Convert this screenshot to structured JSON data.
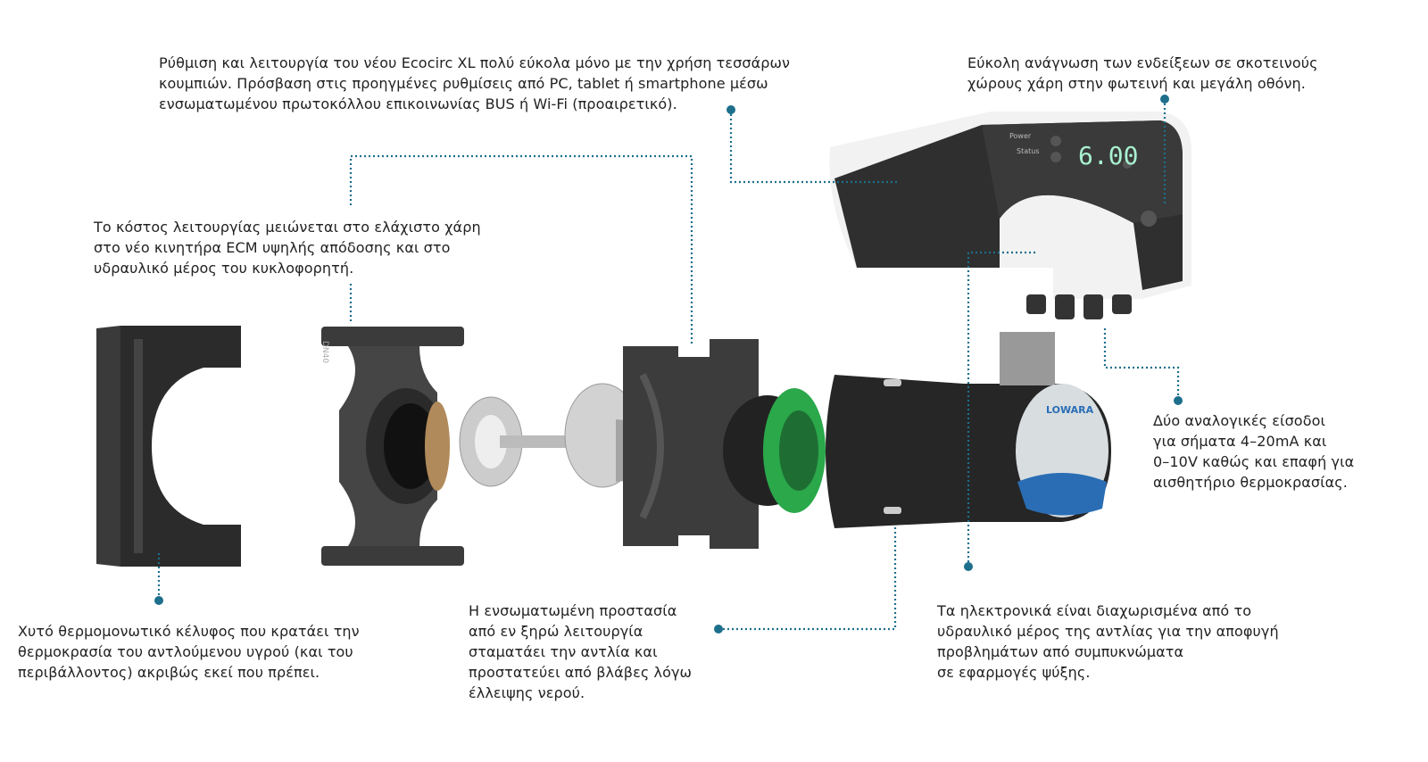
{
  "notes": {
    "controls": "Ρύθμιση και λειτουργία του νέου Ecocirc XL πολύ εύκολα μόνο με την χρήση τεσσάρων\nκουμπιών. Πρόσβαση στις προηγμένες ρυθμίσεις από PC, tablet ή smartphone μέσω\nενσωματωμένου πρωτοκόλλου επικοινωνίας BUS ή Wi-Fi (προαιρετικό).",
    "display": "Εύκολη ανάγνωση των ενδείξεων σε σκοτεινούς\nχώρους χάρη στην φωτεινή και μεγάλη οθόνη.",
    "cost": "Το κόστος λειτουργίας μειώνεται στο ελάχιστο χάρη\nστο νέο κινητήρα ECM υψηλής απόδοσης και στο\nυδραυλικό μέρος του κυκλοφορητή.",
    "inputs": "Δύο αναλογικές είσοδοι\nγια σήματα 4–20mA και\n0–10V καθώς και επαφή για\nαισθητήριο θερμοκρασίας.",
    "electronics": "Τα ηλεκτρονικά είναι διαχωρισμένα από το\nυδραυλικό μέρος της αντλίας για την αποφυγή\nπροβλημάτων από συμπυκνώματα\nσε εφαρμογές ψύξης.",
    "dry_run": "Η ενσωματωμένη προστασία\nαπό εν ξηρώ λειτουργία\nσταματάει την αντλία και\nπροστατεύει από βλάβες λόγω\nέλλειψης νερού.",
    "insulation": "Χυτό θερμομονωτικό κέλυφος που κρατάει την\nθερμοκρασία του αντλούμενου υγρού (και του\nπεριβάλλοντος) ακριβώς εκεί που πρέπει."
  },
  "product": {
    "display_labels": {
      "power": "Power",
      "status": "Status"
    },
    "display_value": "6.00",
    "brand": "LOWARA",
    "housing_mark": "DN40"
  },
  "colors": {
    "accent": "#1d6f8c",
    "display_digits": "#a8f0d0",
    "brand_blue": "#2a6db5"
  }
}
